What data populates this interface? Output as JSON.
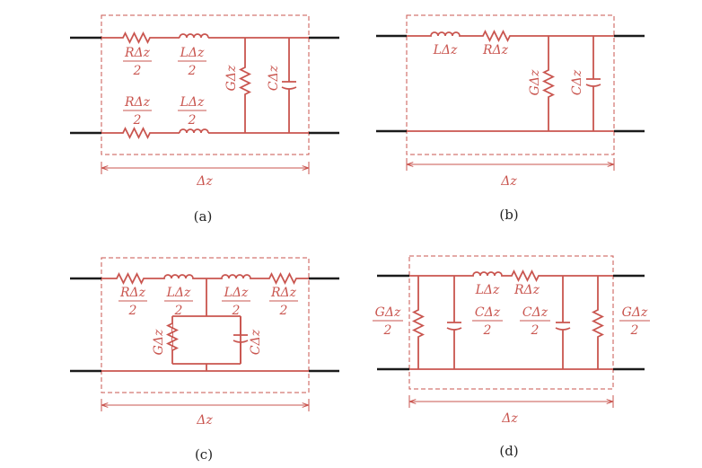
{
  "colors": {
    "circuit": "#c9554f",
    "lead": "#1b1b1b",
    "caption": "#222222"
  },
  "panels": {
    "a": {
      "caption": "(a)",
      "top_resistor": {
        "num": "RΔz",
        "den": "2"
      },
      "top_inductor": {
        "num": "LΔz",
        "den": "2"
      },
      "bottom_resistor": {
        "num": "RΔz",
        "den": "2"
      },
      "bottom_inductor": {
        "num": "LΔz",
        "den": "2"
      },
      "conductance": "GΔz",
      "capacitance": "CΔz",
      "length": "Δz"
    },
    "b": {
      "caption": "(b)",
      "inductor": "LΔz",
      "resistor": "RΔz",
      "conductance": "GΔz",
      "capacitance": "CΔz",
      "length": "Δz"
    },
    "c": {
      "caption": "(c)",
      "resistor_left": {
        "num": "RΔz",
        "den": "2"
      },
      "inductor_left": {
        "num": "LΔz",
        "den": "2"
      },
      "inductor_right": {
        "num": "LΔz",
        "den": "2"
      },
      "resistor_right": {
        "num": "RΔz",
        "den": "2"
      },
      "conductance": "GΔz",
      "capacitance": "CΔz",
      "length": "Δz"
    },
    "d": {
      "caption": "(d)",
      "inductor": "LΔz",
      "resistor": "RΔz",
      "conductance_left": {
        "num": "GΔz",
        "den": "2"
      },
      "capacitance_left": {
        "num": "CΔz",
        "den": "2"
      },
      "capacitance_right": {
        "num": "CΔz",
        "den": "2"
      },
      "conductance_right": {
        "num": "GΔz",
        "den": "2"
      },
      "length": "Δz"
    }
  }
}
